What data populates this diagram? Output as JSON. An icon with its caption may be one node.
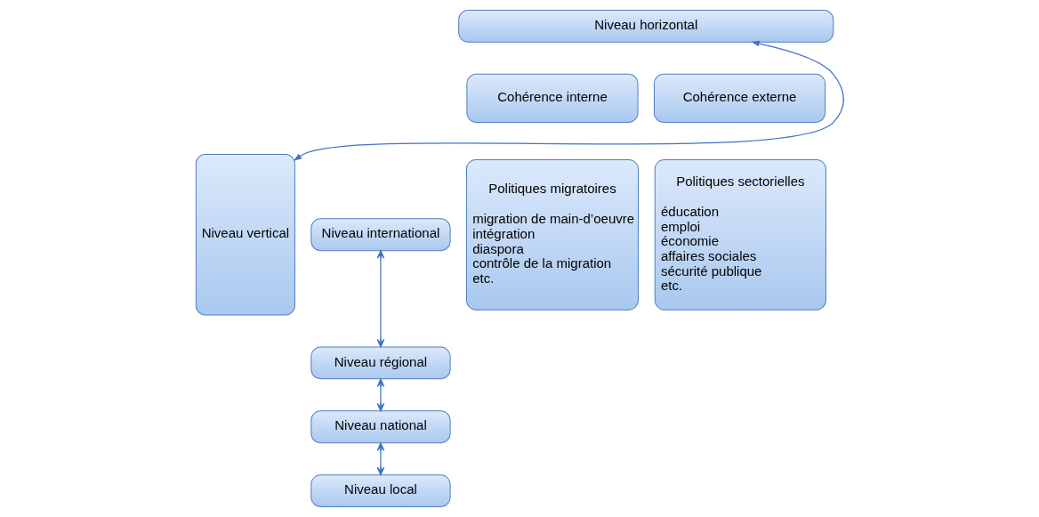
{
  "diagram": {
    "nodes": [
      {
        "text": [
          "Niveau horizontal"
        ]
      },
      {
        "text": [
          "Cohérence interne"
        ]
      },
      {
        "text": [
          "Cohérence externe"
        ]
      },
      {
        "text": [
          "Niveau vertical"
        ]
      },
      {
        "text": [
          "Niveau international"
        ]
      },
      {
        "text": [
          "Niveau régional"
        ]
      },
      {
        "text": [
          "Niveau national"
        ]
      },
      {
        "text": [
          "Niveau local"
        ]
      },
      {
        "text": [
          "Politiques migratoires",
          "migration de main-d’oeuvre",
          "intégration",
          "diaspora",
          "contrôle de la migration",
          "etc."
        ]
      },
      {
        "text": [
          "Politiques sectorielles",
          "éducation",
          "emploi",
          "économie",
          "affaires sociales",
          "sécurité publique",
          "etc."
        ]
      }
    ],
    "edges": [
      {
        "from": 3,
        "to": 0,
        "arrow": "both"
      },
      {
        "from": 4,
        "to": 5,
        "arrow": "both"
      },
      {
        "from": 5,
        "to": 6,
        "arrow": "both"
      },
      {
        "from": 6,
        "to": 7,
        "arrow": "both"
      }
    ]
  }
}
